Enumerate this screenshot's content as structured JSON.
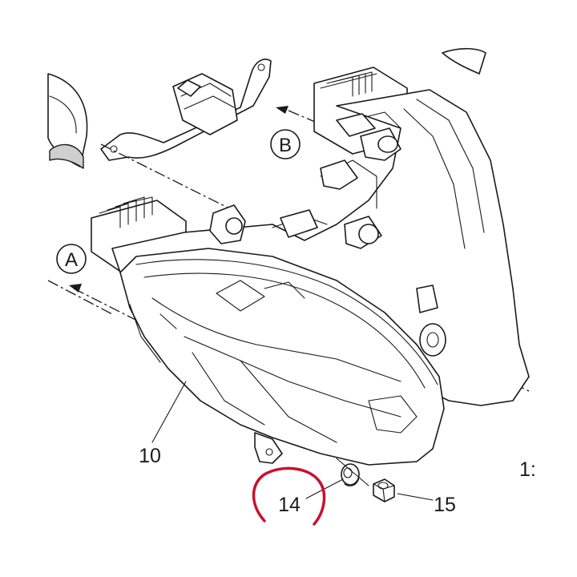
{
  "labels": {
    "part_10": "10",
    "part_14": "14",
    "part_15": "15",
    "part_12_partial": "1:",
    "view_a": "A",
    "view_b": "B"
  },
  "highlight": {
    "color": "#c8102e",
    "target": "14"
  }
}
